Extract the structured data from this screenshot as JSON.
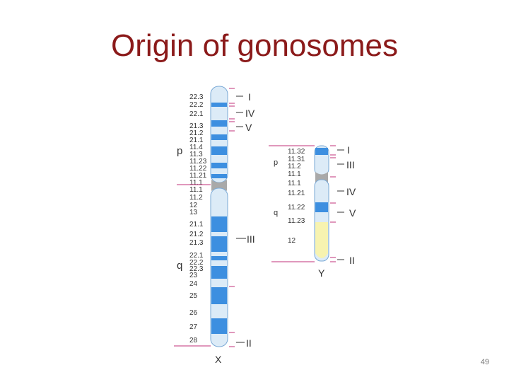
{
  "slide": {
    "title": "Origin of gonosomes",
    "page_number": "49"
  },
  "colors": {
    "title": "#8b1a1a",
    "band_dark": "#3d8fe0",
    "band_light": "#dcebf7",
    "centromere": "#a9a9a9",
    "heterochromatin": "#f7f3b0",
    "guide_line": "#c0307a"
  },
  "x_chromosome": {
    "name": "X",
    "p_arm_label": "p",
    "q_arm_label": "q",
    "bands_p": [
      {
        "label": "22.3",
        "stain": "light"
      },
      {
        "label": "22.2",
        "stain": "dark"
      },
      {
        "label": "22.1",
        "stain": "light"
      },
      {
        "label": "21.3",
        "stain": "dark"
      },
      {
        "label": "21.2",
        "stain": "light"
      },
      {
        "label": "21.1",
        "stain": "dark"
      },
      {
        "label": "11.4",
        "stain": "light"
      },
      {
        "label": "11.3",
        "stain": "dark"
      },
      {
        "label": "11.23",
        "stain": "light"
      },
      {
        "label": "11.22",
        "stain": "dark"
      },
      {
        "label": "11.21",
        "stain": "light"
      },
      {
        "label": "11.1",
        "stain": "centromere"
      }
    ],
    "bands_q": [
      {
        "label": "11.1",
        "stain": "centromere"
      },
      {
        "label": "11.2",
        "stain": "light"
      },
      {
        "label": "12",
        "stain": "light"
      },
      {
        "label": "13",
        "stain": "light"
      },
      {
        "label": "21.1",
        "stain": "dark"
      },
      {
        "label": "21.2",
        "stain": "light"
      },
      {
        "label": "21.3",
        "stain": "dark"
      },
      {
        "label": "22.1",
        "stain": "light"
      },
      {
        "label": "22.2",
        "stain": "dark"
      },
      {
        "label": "22.3",
        "stain": "light"
      },
      {
        "label": "23",
        "stain": "dark"
      },
      {
        "label": "24",
        "stain": "light"
      },
      {
        "label": "25",
        "stain": "dark"
      },
      {
        "label": "26",
        "stain": "light"
      },
      {
        "label": "27",
        "stain": "dark"
      },
      {
        "label": "28",
        "stain": "light"
      }
    ],
    "regions": [
      "I",
      "IV",
      "V",
      "III",
      "II"
    ]
  },
  "y_chromosome": {
    "name": "Y",
    "p_arm_label": "p",
    "q_arm_label": "q",
    "bands_p": [
      {
        "label": "11.32",
        "stain": "dark"
      },
      {
        "label": "11.31",
        "stain": "light"
      },
      {
        "label": "11.2",
        "stain": "light"
      },
      {
        "label": "11.1",
        "stain": "centromere"
      }
    ],
    "bands_q": [
      {
        "label": "11.1",
        "stain": "centromere"
      },
      {
        "label": "11.21",
        "stain": "light"
      },
      {
        "label": "11.22",
        "stain": "dark"
      },
      {
        "label": "11.23",
        "stain": "light"
      },
      {
        "label": "12",
        "stain": "heterochromatin"
      }
    ],
    "regions": [
      "I",
      "III",
      "IV",
      "V",
      "II"
    ]
  }
}
